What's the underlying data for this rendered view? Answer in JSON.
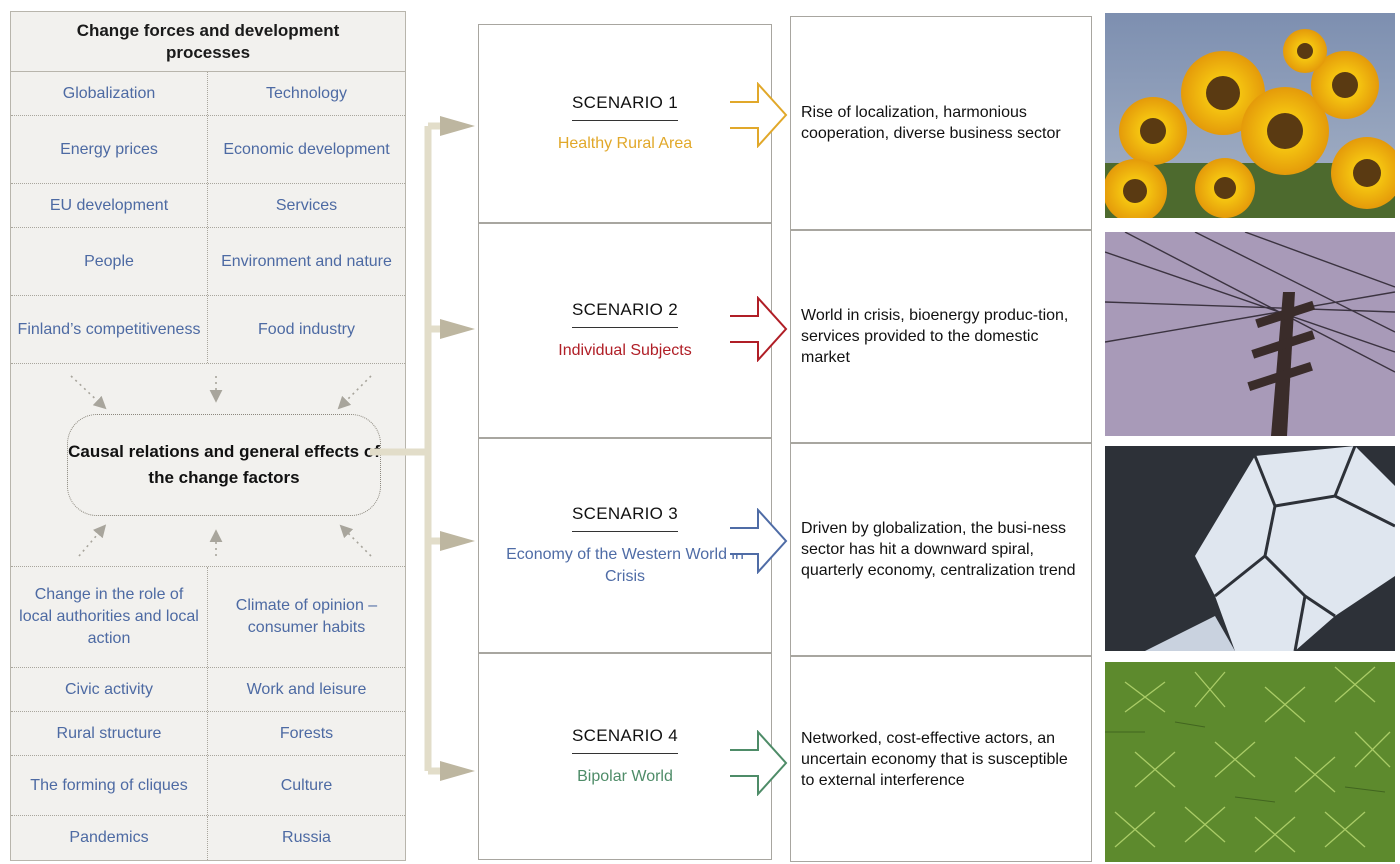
{
  "left_panel": {
    "title": "Change forces and development processes",
    "top_factors": [
      [
        "Globalization",
        "Technology"
      ],
      [
        "Energy prices",
        "Economic development"
      ],
      [
        "EU development",
        "Services"
      ],
      [
        "People",
        "Environment and nature"
      ],
      [
        "Finland’s competitiveness",
        "Food industry"
      ]
    ],
    "center": "Causal relations and general effects of the change factors",
    "bottom_factors": [
      [
        "Change in the role of local authorities and local action",
        "Climate of opinion – consumer habits"
      ],
      [
        "Civic activity",
        "Work and leisure"
      ],
      [
        "Rural structure",
        "Forests"
      ],
      [
        "The forming of cliques",
        "Culture"
      ],
      [
        "Pandemics",
        "Russia"
      ]
    ]
  },
  "scenarios": [
    {
      "title": "SCENARIO 1",
      "name": "Healthy Rural Area",
      "color": "#e1a82a",
      "description": "Rise of localization, harmonious cooperation, diverse business sector",
      "image": "sunflowers"
    },
    {
      "title": "SCENARIO 2",
      "name": "Individual Subjects",
      "color": "#b01e26",
      "description": "World in crisis, bioenergy produc-tion, services provided to the domestic market",
      "image": "power-line-pole"
    },
    {
      "title": "SCENARIO 3",
      "name": "Economy of the Western World in Crisis",
      "color": "#4f6ca6",
      "description": "Driven by globalization, the busi-ness sector has hit a downward spiral, quarterly economy, centralization trend",
      "image": "broken-ice"
    },
    {
      "title": "SCENARIO 4",
      "name": "Bipolar World",
      "color": "#4e8c68",
      "description": "Networked, cost-effective actors, an uncertain economy that is susceptible to external interference",
      "image": "green-moss"
    }
  ]
}
